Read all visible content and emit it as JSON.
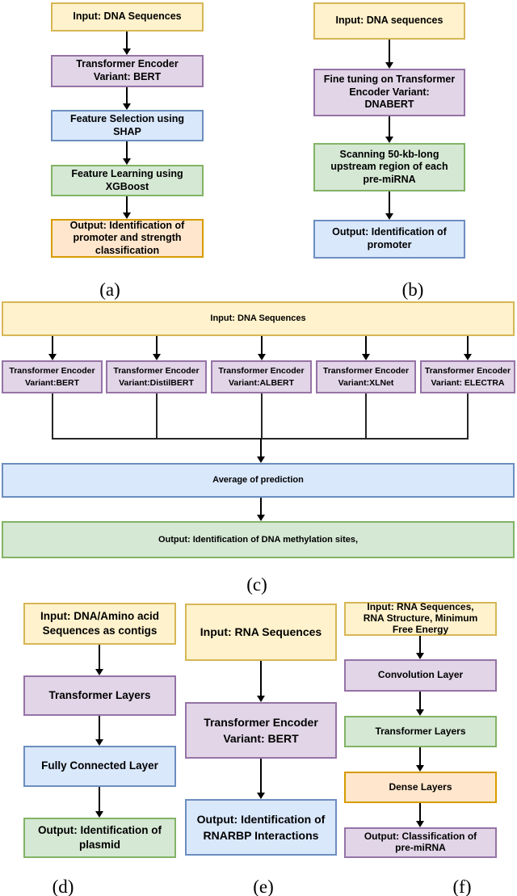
{
  "palette": {
    "yellow": {
      "fill": "#FFF2CC",
      "border": "#D6B656"
    },
    "purple": {
      "fill": "#E1D5E7",
      "border": "#9673A6"
    },
    "blue": {
      "fill": "#DAE8FC",
      "border": "#6C8EBF"
    },
    "green": {
      "fill": "#D5E8D4",
      "border": "#82B366"
    },
    "orange": {
      "fill": "#FFE6CC",
      "border": "#D79B00"
    }
  },
  "panels": {
    "a": {
      "caption": "(a)",
      "nodes": {
        "input": {
          "label": "Input: DNA Sequences",
          "color": "yellow"
        },
        "encoder": {
          "label": "Transformer Encoder\nVariant: BERT",
          "color": "purple"
        },
        "feature_selection": {
          "label": "Feature Selection using\nSHAP",
          "color": "blue"
        },
        "feature_learning": {
          "label": "Feature Learning using\nXGBoost",
          "color": "green"
        },
        "output": {
          "label": "Output: Identification of\npromoter and strength\nclassification",
          "color": "orange"
        }
      }
    },
    "b": {
      "caption": "(b)",
      "nodes": {
        "input": {
          "label": "Input: DNA sequences",
          "color": "yellow"
        },
        "fine_tuning": {
          "label": "Fine tuning on Transformer\nEncoder Variant:\nDNABERT",
          "color": "purple"
        },
        "scanning": {
          "label": "Scanning 50-kb-long\nupstream region of each\npre-miRNA",
          "color": "green"
        },
        "output": {
          "label": "Output: Identification of\npromoter",
          "color": "blue"
        }
      }
    },
    "c": {
      "caption": "(c)",
      "nodes": {
        "input": {
          "label": "Input: DNA Sequences",
          "color": "yellow"
        },
        "bert": {
          "label": "Transformer Encoder\nVariant:BERT",
          "color": "purple"
        },
        "distilbert": {
          "label": "Transformer Encoder\nVariant:DistilBERT",
          "color": "purple"
        },
        "albert": {
          "label": "Transformer Encoder\nVariant:ALBERT",
          "color": "purple"
        },
        "xlnet": {
          "label": "Transformer Encoder\nVariant:XLNet",
          "color": "purple"
        },
        "electra": {
          "label": "Transformer Encoder\nVariant: ELECTRA",
          "color": "purple"
        },
        "average": {
          "label": "Average of prediction",
          "color": "blue"
        },
        "output": {
          "label": "Output: Identification of DNA methylation sites,",
          "color": "green"
        }
      }
    },
    "d": {
      "caption": "(d)",
      "nodes": {
        "input": {
          "label": "Input: DNA/Amino acid\nSequences as contigs",
          "color": "yellow"
        },
        "transformer": {
          "label": "Transformer Layers",
          "color": "purple"
        },
        "fc": {
          "label": "Fully Connected Layer",
          "color": "blue"
        },
        "output": {
          "label": "Output: Identification of\nplasmid",
          "color": "green"
        }
      }
    },
    "e": {
      "caption": "(e)",
      "nodes": {
        "input": {
          "label": "Input: RNA Sequences",
          "color": "yellow"
        },
        "encoder": {
          "label": "Transformer Encoder\nVariant: BERT",
          "color": "purple"
        },
        "output": {
          "label": "Output: Identification of\nRNARBP Interactions",
          "color": "blue"
        }
      }
    },
    "f": {
      "caption": "(f)",
      "nodes": {
        "input": {
          "label": "Input: RNA Sequences,\nRNA Structure, Minimum\nFree Energy",
          "color": "yellow"
        },
        "convolution": {
          "label": "Convolution Layer",
          "color": "purple"
        },
        "transformer": {
          "label": "Transformer Layers",
          "color": "green"
        },
        "dense": {
          "label": "Dense Layers",
          "color": "orange"
        },
        "output": {
          "label": "Output: Classification of\npre-miRNA",
          "color": "purple"
        }
      }
    }
  }
}
